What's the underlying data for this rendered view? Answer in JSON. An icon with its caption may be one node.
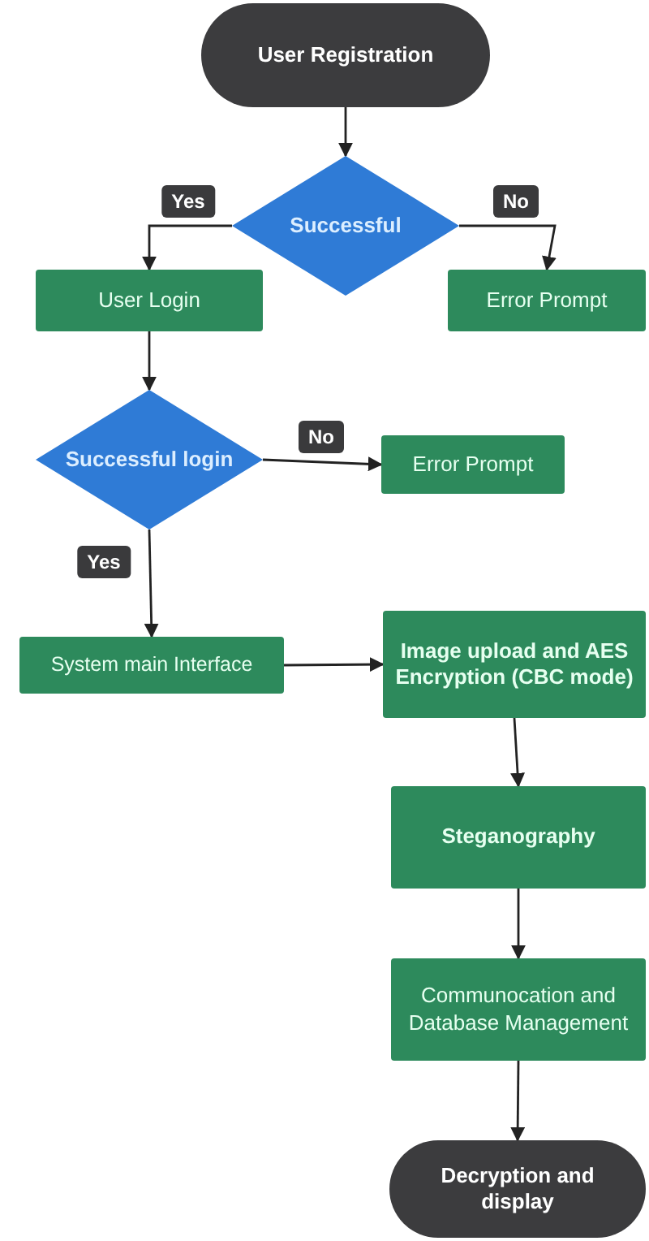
{
  "diagram": {
    "nodes": [
      {
        "text": [
          "User Registration"
        ]
      },
      {
        "text": [
          "Successful"
        ]
      },
      {
        "text": [
          "User Login"
        ]
      },
      {
        "text": [
          "Error Prompt"
        ]
      },
      {
        "text": [
          "Successful login"
        ]
      },
      {
        "text": [
          "Error Prompt"
        ]
      },
      {
        "text": [
          "System main Interface"
        ]
      },
      {
        "text": [
          "Image upload and AES Encryption (CBC mode)"
        ]
      },
      {
        "text": [
          "Steganography"
        ]
      },
      {
        "text": [
          "Communocation and Database Management"
        ]
      },
      {
        "text": [
          "Decryption and display"
        ]
      }
    ],
    "edges": [
      {
        "from": 0,
        "to": 1,
        "arrow": "to"
      },
      {
        "from": 1,
        "to": 2,
        "arrow": "to",
        "label": "Yes"
      },
      {
        "from": 1,
        "to": 3,
        "arrow": "to",
        "label": "No"
      },
      {
        "from": 2,
        "to": 4,
        "arrow": "to"
      },
      {
        "from": 4,
        "to": 5,
        "arrow": "to",
        "label": "No"
      },
      {
        "from": 4,
        "to": 6,
        "arrow": "to",
        "label": "Yes"
      },
      {
        "from": 6,
        "to": 7,
        "arrow": "to"
      },
      {
        "from": 7,
        "to": 8,
        "arrow": "to"
      },
      {
        "from": 8,
        "to": 9,
        "arrow": "to"
      },
      {
        "from": 9,
        "to": 10,
        "arrow": "to"
      }
    ]
  }
}
